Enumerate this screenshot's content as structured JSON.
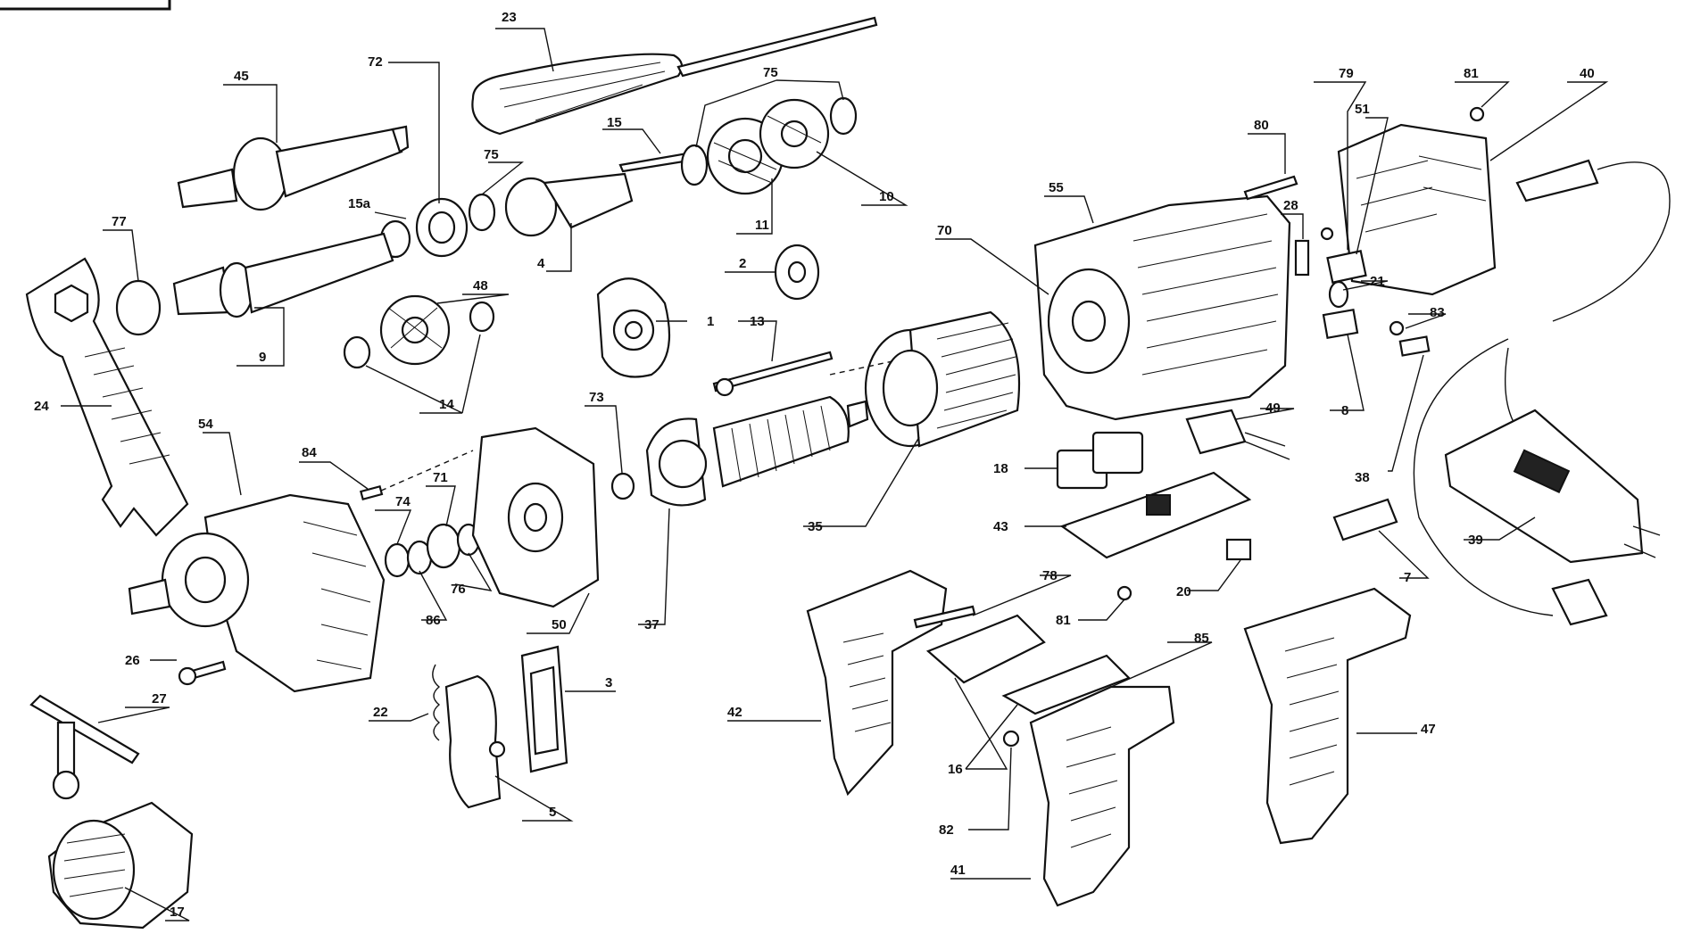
{
  "labels": [
    {
      "id": "23",
      "text": "23"
    },
    {
      "id": "45",
      "text": "45"
    },
    {
      "id": "72",
      "text": "72"
    },
    {
      "id": "75a",
      "text": "75"
    },
    {
      "id": "75b",
      "text": "75"
    },
    {
      "id": "15",
      "text": "15"
    },
    {
      "id": "15a",
      "text": "15a"
    },
    {
      "id": "77",
      "text": "77"
    },
    {
      "id": "4",
      "text": "4"
    },
    {
      "id": "10",
      "text": "10"
    },
    {
      "id": "11",
      "text": "11"
    },
    {
      "id": "2",
      "text": "2"
    },
    {
      "id": "9",
      "text": "9"
    },
    {
      "id": "48",
      "text": "48"
    },
    {
      "id": "1",
      "text": "1"
    },
    {
      "id": "13",
      "text": "13"
    },
    {
      "id": "14",
      "text": "14"
    },
    {
      "id": "24",
      "text": "24"
    },
    {
      "id": "73",
      "text": "73"
    },
    {
      "id": "54",
      "text": "54"
    },
    {
      "id": "84",
      "text": "84"
    },
    {
      "id": "71",
      "text": "71"
    },
    {
      "id": "74",
      "text": "74"
    },
    {
      "id": "76",
      "text": "76"
    },
    {
      "id": "86",
      "text": "86"
    },
    {
      "id": "50",
      "text": "50"
    },
    {
      "id": "37",
      "text": "37"
    },
    {
      "id": "35",
      "text": "35"
    },
    {
      "id": "26",
      "text": "26"
    },
    {
      "id": "27",
      "text": "27"
    },
    {
      "id": "22",
      "text": "22"
    },
    {
      "id": "3",
      "text": "3"
    },
    {
      "id": "5",
      "text": "5"
    },
    {
      "id": "17",
      "text": "17"
    },
    {
      "id": "80",
      "text": "80"
    },
    {
      "id": "55",
      "text": "55"
    },
    {
      "id": "70",
      "text": "70"
    },
    {
      "id": "79",
      "text": "79"
    },
    {
      "id": "51",
      "text": "51"
    },
    {
      "id": "81a",
      "text": "81"
    },
    {
      "id": "40",
      "text": "40"
    },
    {
      "id": "28",
      "text": "28"
    },
    {
      "id": "21",
      "text": "21"
    },
    {
      "id": "83",
      "text": "83"
    },
    {
      "id": "8",
      "text": "8"
    },
    {
      "id": "49",
      "text": "49"
    },
    {
      "id": "18",
      "text": "18"
    },
    {
      "id": "43",
      "text": "43"
    },
    {
      "id": "38",
      "text": "38"
    },
    {
      "id": "39",
      "text": "39"
    },
    {
      "id": "7",
      "text": "7"
    },
    {
      "id": "20",
      "text": "20"
    },
    {
      "id": "81b",
      "text": "81"
    },
    {
      "id": "78",
      "text": "78"
    },
    {
      "id": "85",
      "text": "85"
    },
    {
      "id": "42",
      "text": "42"
    },
    {
      "id": "16",
      "text": "16"
    },
    {
      "id": "82",
      "text": "82"
    },
    {
      "id": "41",
      "text": "41"
    },
    {
      "id": "47",
      "text": "47"
    }
  ]
}
